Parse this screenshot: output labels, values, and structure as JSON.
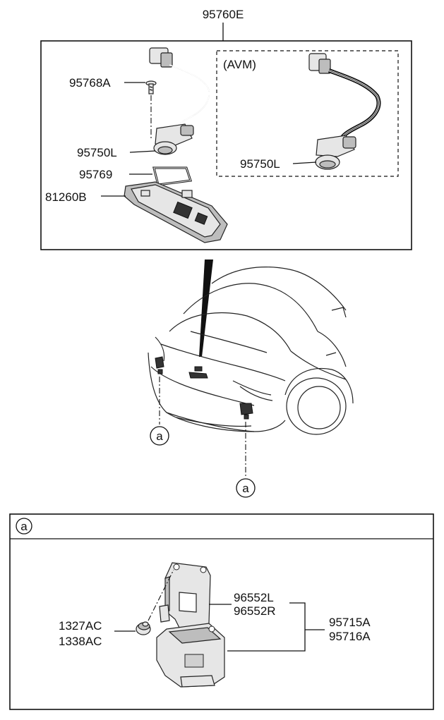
{
  "labels": {
    "top_assembly": "95760E",
    "bolt": "95768A",
    "camera_left": "95750L",
    "gasket": "95769",
    "garnish": "81260B",
    "avm_title": "(AVM)",
    "camera_avm": "95750L",
    "callout_a1": "a",
    "callout_a2": "a",
    "detail_header": "a",
    "bracket_l": "96552L",
    "bracket_r": "96552R",
    "nut_1": "1327AC",
    "nut_2": "1338AC",
    "unit_a": "95715A",
    "unit_b": "95716A"
  }
}
